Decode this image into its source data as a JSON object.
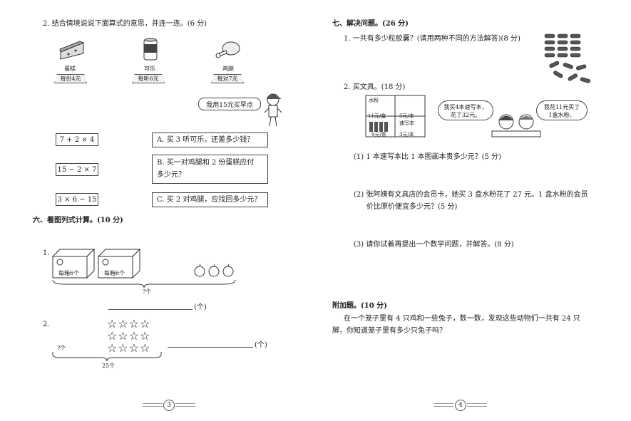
{
  "left": {
    "q2_title": "2. 结合情境说说下面算式的意思，并连一连。(6 分)",
    "items": [
      {
        "name": "蛋糕",
        "price": "每份4元"
      },
      {
        "name": "可乐",
        "price": "每听6元"
      },
      {
        "name": "鸡腿",
        "price": "每对7元"
      }
    ],
    "speech": "我用15元买早点",
    "expressions": [
      "7 + 2 × 4",
      "15 − 2 × 7",
      "3 × 6 − 15"
    ],
    "choices": [
      "A. 买 3 听可乐，还差多少钱？",
      "B. 买一对鸡腿和 2 份蛋糕应付",
      "多少元？",
      "C. 买 2 对鸡腿，应找回多少元？"
    ],
    "section6_title": "六、看图列式计算。(10 分)",
    "p1_num": "1.",
    "box_label": "每箱6个",
    "brace_label": "?个",
    "unit": "(个)",
    "p2_num": "2.",
    "p2_unknown": "?个",
    "p2_total": "25个",
    "page_number": "3"
  },
  "right": {
    "section7_title": "七、解决问题。(26 分)",
    "q1": "1. 一共有多少粒胶囊？(请用两种不同的方法解答)(8 分)",
    "q2": "2. 买文具。(18 分)",
    "shelf_labels": [
      "水粉",
      "11元/盒",
      "5元/本",
      "速写本",
      "9元/盒",
      "3元/本"
    ],
    "bubble1": [
      "我买4本速写本，",
      "花了32元。"
    ],
    "bubble2": [
      "我花11元买了",
      "1盒水粉。"
    ],
    "sub1": "(1) 1 本速写本比 1 本图画本贵多少元？(5 分)",
    "sub2_line1": "(2) 张阿姨有文具店的会员卡，她买 3 盒水粉花了 27 元。1 盒水粉的会员",
    "sub2_line2": "价比原价便宜多少元？(5 分)",
    "sub3": "(3) 请你试着再提出一个数学问题，并解答。(8 分)",
    "bonus_title": "附加题。(10 分)",
    "bonus_line1": "在一个笼子里有 4 只鸡和一些兔子，数一数，发现这些动物们一共有 24 只",
    "bonus_line2": "脚，你知道笼子里有多少只兔子吗？",
    "page_number": "4"
  }
}
